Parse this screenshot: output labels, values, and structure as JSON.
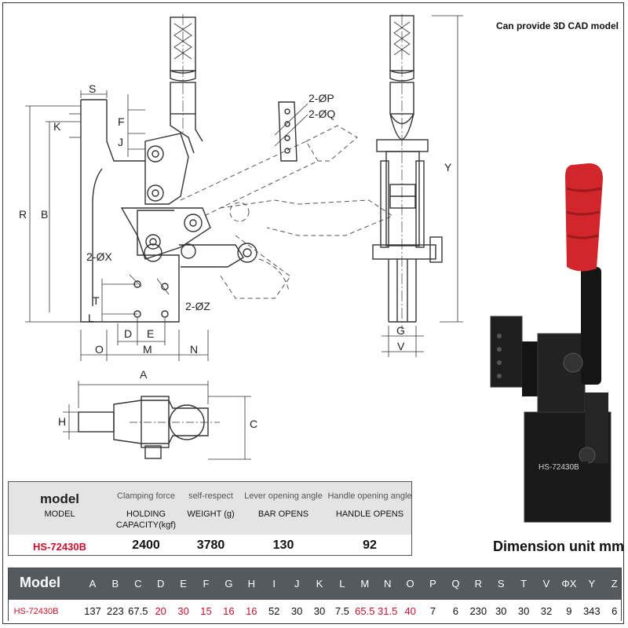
{
  "cad_note": "Can provide 3D CAD model",
  "unit_note": "Dimension unit mm",
  "product_label": "HS-72430B",
  "drawing_labels": {
    "s": "S",
    "k": "K",
    "f": "F",
    "j": "J",
    "r": "R",
    "b": "B",
    "p": "2-ØP",
    "q": "2-ØQ",
    "x": "2-ØX",
    "z": "2-ØZ",
    "t": "T",
    "l": "L",
    "o": "O",
    "d": "D",
    "e": "E",
    "m": "M",
    "n": "N",
    "y": "Y",
    "g": "G",
    "v": "V",
    "a": "A",
    "h": "H",
    "c": "C"
  },
  "spec_table": {
    "headers": [
      {
        "top": "model",
        "sub": "MODEL"
      },
      {
        "top": "Clamping force",
        "sub": "HOLDING CAPACITY(kgf)"
      },
      {
        "top": "self-respect",
        "sub": "WEIGHT (g)"
      },
      {
        "top": "Lever opening angle",
        "sub": "BAR OPENS"
      },
      {
        "top": "Handle opening angle",
        "sub": "HANDLE OPENS"
      }
    ],
    "row": [
      "HS-72430B",
      "2400",
      "3780",
      "130",
      "92"
    ]
  },
  "dims_table": {
    "model_header": "Model",
    "headers": [
      "A",
      "B",
      "C",
      "D",
      "E",
      "F",
      "G",
      "H",
      "I",
      "J",
      "K",
      "L",
      "M",
      "N",
      "O",
      "P",
      "Q",
      "R",
      "S",
      "T",
      "V",
      "ΦX",
      "Y",
      "Z"
    ],
    "model": "HS-72430B",
    "values": [
      "137",
      "223",
      "67.5",
      "20",
      "30",
      "15",
      "16",
      "16",
      "52",
      "30",
      "30",
      "7.5",
      "65.5",
      "31.5",
      "40",
      "7",
      "6",
      "230",
      "30",
      "30",
      "32",
      "9",
      "343",
      "6"
    ],
    "red_columns": [
      "D",
      "E",
      "F",
      "G",
      "H",
      "M",
      "N",
      "O"
    ],
    "highlight_color": "#c8102e"
  }
}
